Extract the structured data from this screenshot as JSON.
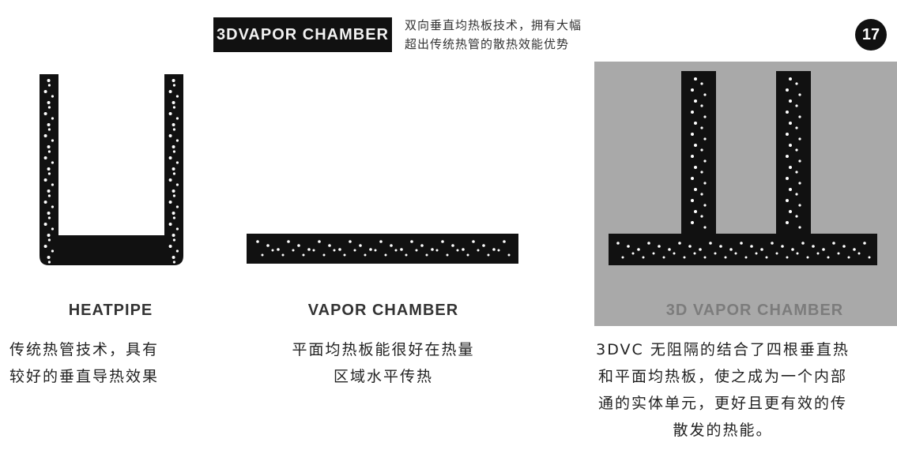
{
  "header": {
    "title": "3DVAPOR CHAMBER",
    "subtitle_lines": [
      "双向垂直均热板技术，拥有大幅",
      "超出传统热管的散热效能优势"
    ],
    "page_number": "17"
  },
  "panels": [
    {
      "label": "HEATPIPE",
      "description_lines": [
        "传统热管技术，具有",
        "较好的垂直导热效果"
      ]
    },
    {
      "label": "VAPOR CHAMBER",
      "description_lines": [
        "平面均热板能很好在热量",
        "区域水平传热"
      ]
    },
    {
      "label": "3D VAPOR CHAMBER",
      "description_lines": [
        "3DVC 无阻隔的结合了四根垂直热",
        "和平面均热板，使之成为一个内部",
        "通的实体单元，更好且更有效的传",
        "散发的热能。"
      ]
    }
  ],
  "colors": {
    "dark": "#111111",
    "panel_gray": "#a9a9a9",
    "dots": "#ffffff"
  }
}
